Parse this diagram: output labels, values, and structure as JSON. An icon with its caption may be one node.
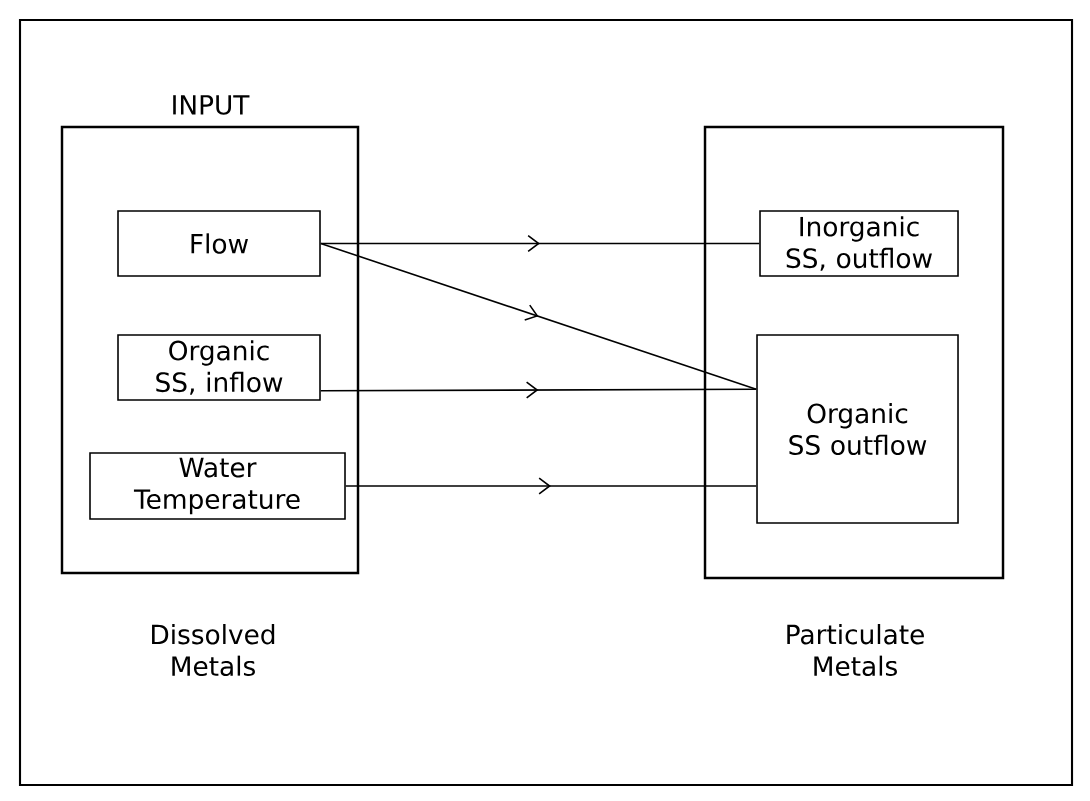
{
  "diagram": {
    "nodes": [
      {
        "text": [
          "INPUT"
        ],
        "beside": [
          "Dissolved Metals"
        ]
      },
      {
        "text": [
          "Flow"
        ],
        "in": 0
      },
      {
        "text": [
          "Organic SS, inflow"
        ],
        "in": 0
      },
      {
        "text": [
          "Water Temperature"
        ],
        "in": 0
      },
      {
        "text": [],
        "shape": "box",
        "beside": [
          "Particulate Metals"
        ]
      },
      {
        "text": [
          "Inorganic SS, outflow"
        ],
        "in": 4
      },
      {
        "text": [
          "Organic SS outflow"
        ],
        "in": 4
      }
    ],
    "edges": [
      {
        "from": 1,
        "to": 5,
        "arrow": "to"
      },
      {
        "from": 1,
        "to": 6,
        "arrow": "to"
      },
      {
        "from": 2,
        "to": 6,
        "arrow": "to"
      },
      {
        "from": 3,
        "to": 6,
        "arrow": "to"
      }
    ]
  }
}
